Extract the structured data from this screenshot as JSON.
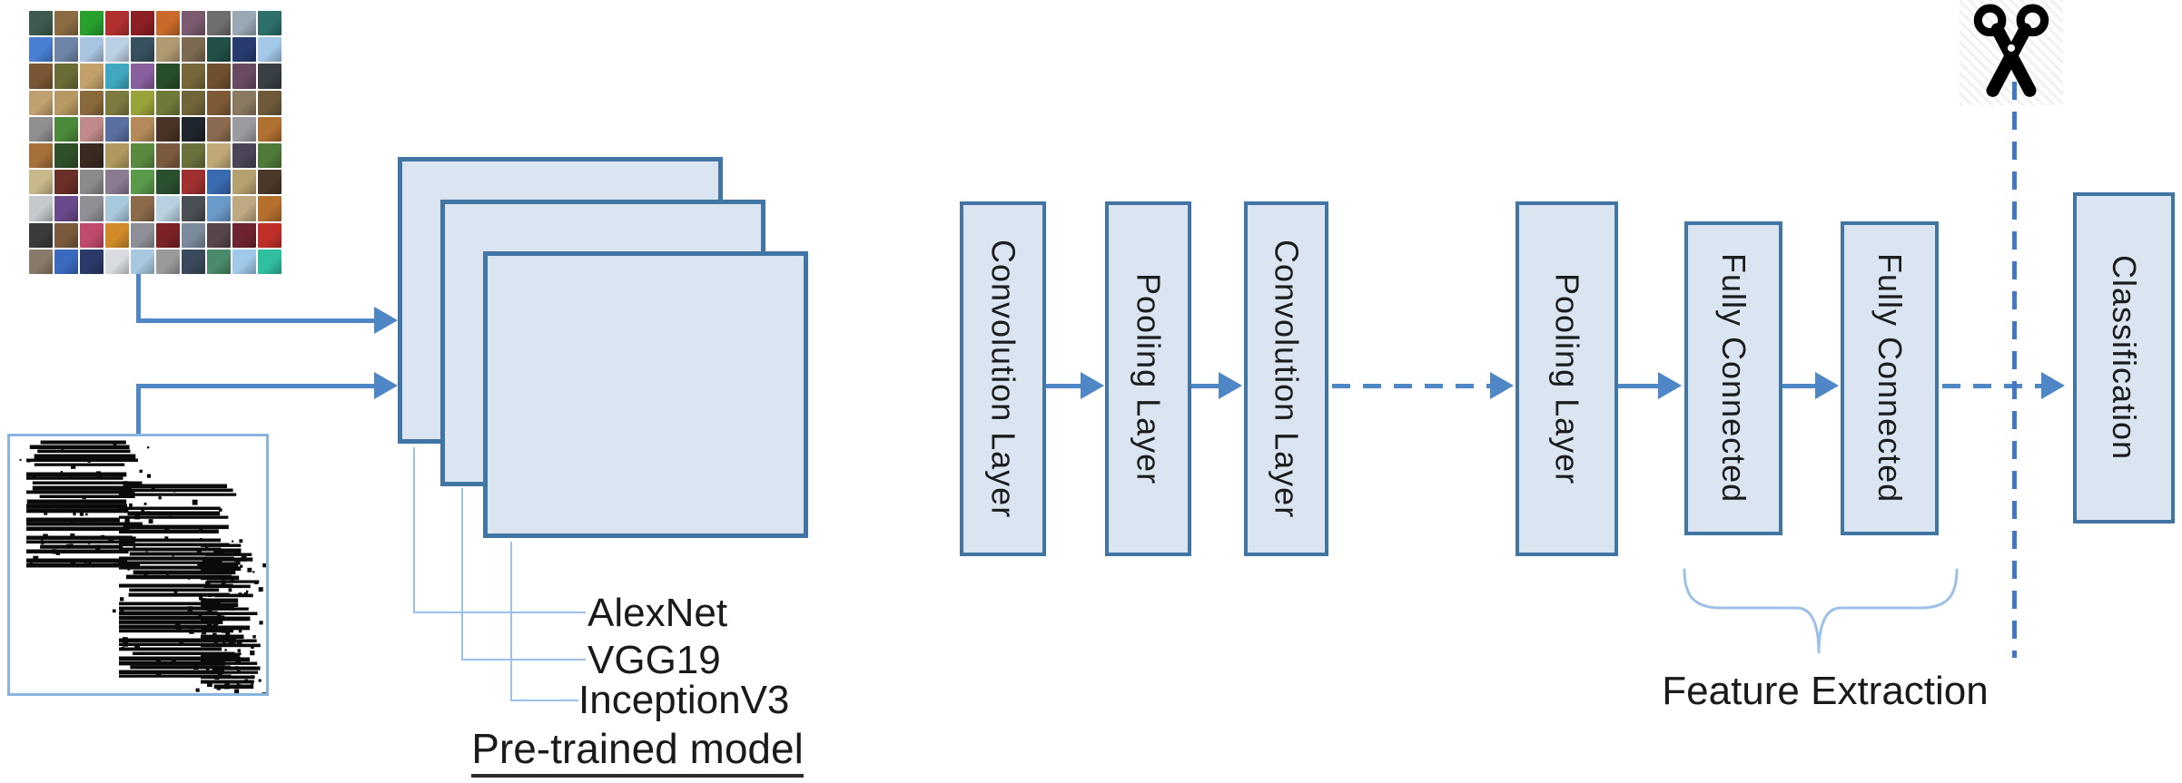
{
  "diagram": {
    "inputs": {
      "photo_grid": {
        "rows": 10,
        "cols": 10,
        "cell_colors": [
          "#3d5a4e",
          "#8a6b42",
          "#27a02c",
          "#b03030",
          "#8b1f24",
          "#c96a2a",
          "#7a5a6e",
          "#6e6e6e",
          "#9aa7b5",
          "#2e6f6a",
          "#4a7fd4",
          "#6f85a8",
          "#a8c4e0",
          "#bcd0e4",
          "#37505e",
          "#b09a72",
          "#7d6a52",
          "#1f4f46",
          "#283b70",
          "#a3c8e8",
          "#7a5634",
          "#6b6b35",
          "#c3a06a",
          "#3fa8c0",
          "#8a5f9e",
          "#274d2a",
          "#77683a",
          "#6e4f2e",
          "#6a4a62",
          "#3a3f45",
          "#c0a070",
          "#b69862",
          "#8a6a3c",
          "#7d7a40",
          "#9aa33a",
          "#6f7a3a",
          "#70653a",
          "#7e5a36",
          "#8a7a62",
          "#6e5a3a",
          "#8f8f8f",
          "#4a8a3a",
          "#c08a8a",
          "#5a6fa0",
          "#b58a5a",
          "#4a3326",
          "#20242c",
          "#8a6a50",
          "#9a9aa2",
          "#b07030",
          "#a5703a",
          "#2f4f2a",
          "#3a2a22",
          "#b0985e",
          "#5a8a40",
          "#7a5a3c",
          "#6a703a",
          "#c0a878",
          "#4a4456",
          "#4f7a3a",
          "#c8b88a",
          "#6a2f26",
          "#8a8a8a",
          "#8a7a92",
          "#5a9a4a",
          "#2a4f2e",
          "#a03030",
          "#3a6ab0",
          "#b5a070",
          "#4a3828",
          "#c5c8cc",
          "#6a4a8a",
          "#8f8f95",
          "#a8c8dc",
          "#8a6a4a",
          "#b8d0e0",
          "#4a4f55",
          "#6a9ac8",
          "#c0a882",
          "#b5702e",
          "#3a3a3a",
          "#7a5a3a",
          "#c04a6a",
          "#d08a2a",
          "#8f9097",
          "#7a2226",
          "#7a8a9a",
          "#55454a",
          "#6e2430",
          "#c03028",
          "#8a7a6a",
          "#3a6ac0",
          "#2a3a6a",
          "#d8dce0",
          "#a8c8e0",
          "#9a9a9a",
          "#3a4a5c",
          "#4a8a6a",
          "#a0c8e8",
          "#30c0a0"
        ]
      },
      "texture_image": {
        "style": "black-and-white binary texture"
      }
    },
    "model_labels": [
      "AlexNet",
      "VGG19",
      "InceptionV3"
    ],
    "model_group_label": "Pre-trained model",
    "pipeline": {
      "layers": [
        {
          "label": "Convolution Layer",
          "connector_after": "solid"
        },
        {
          "label": "Pooling Layer",
          "connector_after": "solid"
        },
        {
          "label": "Convolution Layer",
          "connector_after": "dashed"
        },
        {
          "label": "Pooling Layer",
          "connector_after": "solid"
        },
        {
          "label": "Fully Connected",
          "connector_after": "solid"
        },
        {
          "label": "Fully Connected",
          "connector_after": "dashed"
        },
        {
          "label": "Classification",
          "connector_after": "none"
        }
      ],
      "feature_extraction_label": "Feature Extraction"
    },
    "icons": {
      "scissors": "scissors-cut-icon"
    },
    "colors": {
      "box_fill": "#dbe5f1",
      "box_border": "#4176a4",
      "arrow": "#4f86c6",
      "thin_line": "#9cc0e8",
      "texture_border": "#8ab4e0",
      "cut_line": "#4576c4",
      "text": "#1a1a1a"
    }
  }
}
